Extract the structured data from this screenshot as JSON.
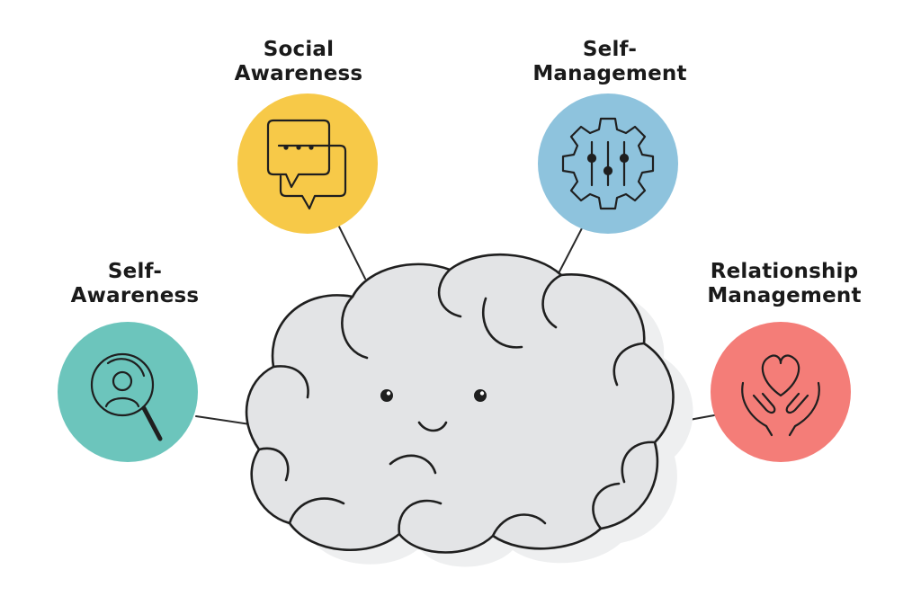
{
  "nodes": {
    "social_awareness": {
      "line1": "Social",
      "line2": "Awareness",
      "color": "#F7C948",
      "icon": "speech-bubbles-icon"
    },
    "self_management": {
      "line1": "Self-",
      "line2": "Management",
      "color": "#8EC3DD",
      "icon": "gear-sliders-icon"
    },
    "self_awareness": {
      "line1": "Self-",
      "line2": "Awareness",
      "color": "#6CC5BC",
      "icon": "magnifier-person-icon"
    },
    "relationship_management": {
      "line1": "Relationship",
      "line2": "Management",
      "color": "#F47D78",
      "icon": "hands-heart-icon"
    }
  },
  "center": {
    "icon": "brain-face-icon",
    "fill": "#E3E4E6",
    "shadow": "#EEEFF0",
    "stroke": "#1F1F1F"
  }
}
